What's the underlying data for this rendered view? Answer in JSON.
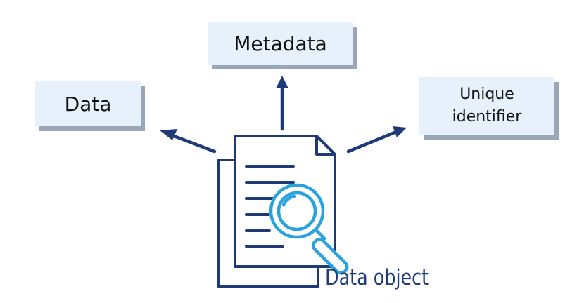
{
  "nodes": {
    "metadata": "Metadata",
    "data": "Data",
    "unique_identifier_line1": "Unique",
    "unique_identifier_line2": "identifier"
  },
  "center": {
    "label": "Data object"
  },
  "colors": {
    "box_fill": "#e6f1fb",
    "box_shadow": "#9aa7b8",
    "arrow": "#1e3a78",
    "document_outline": "#1e3a78",
    "magnifier": "#29a3dd",
    "label": "#1e3a78"
  },
  "icons": {
    "document": "document-icon",
    "magnifier": "magnifying-glass-icon"
  }
}
